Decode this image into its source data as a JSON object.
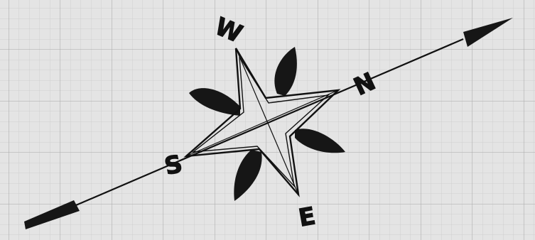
{
  "compass": {
    "labels": {
      "west": "W",
      "north": "N",
      "east": "E",
      "south": "S"
    }
  },
  "colors": {
    "paper": "#e4e4e4",
    "grid_major": "#a8a8a8",
    "grid_minor": "#c9c9c9",
    "ink": "#111111"
  }
}
